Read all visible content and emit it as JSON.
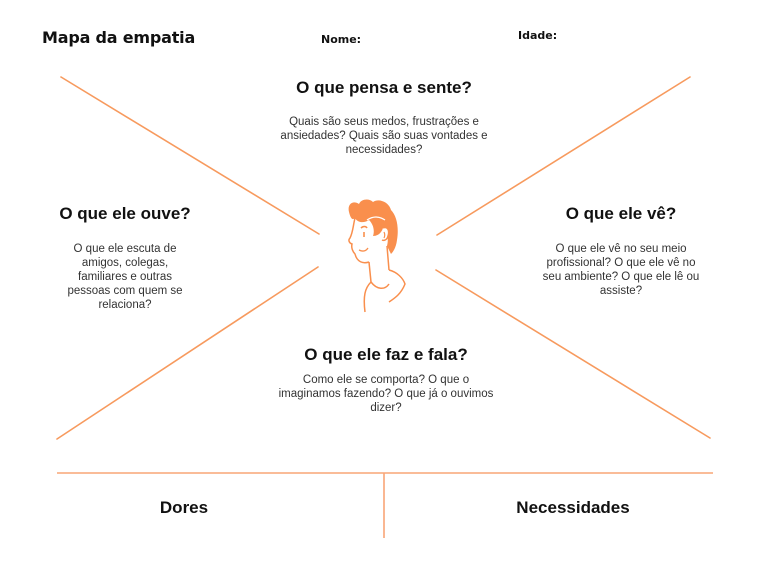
{
  "header": {
    "title": "Mapa da empatia",
    "name_label": "Nome:",
    "age_label": "Idade:"
  },
  "quadrants": {
    "thinks": {
      "heading": "O que pensa e sente?",
      "body": "Quais são seus medos, frustrações e ansiedades? Quais são suas vontades e necessidades?"
    },
    "hears": {
      "heading": "O que ele ouve?",
      "body": "O que ele escuta de amigos, colegas, familiares e outras pessoas com quem se relaciona?"
    },
    "sees": {
      "heading": "O que ele vê?",
      "body": "O que ele vê no seu meio profissional? O que ele vê no seu ambiente? O que ele lê ou assiste?"
    },
    "does": {
      "heading": "O que ele faz e fala?",
      "body": "Como ele se comporta? O que o imaginamos fazendo? O que já o ouvimos dizer?"
    }
  },
  "bottom": {
    "pains": "Dores",
    "needs": "Necessidades"
  },
  "center_icon": "person-profile-icon",
  "colors": {
    "accent": "#f98f4d",
    "line": "#f9a06a",
    "text": "#111111"
  }
}
